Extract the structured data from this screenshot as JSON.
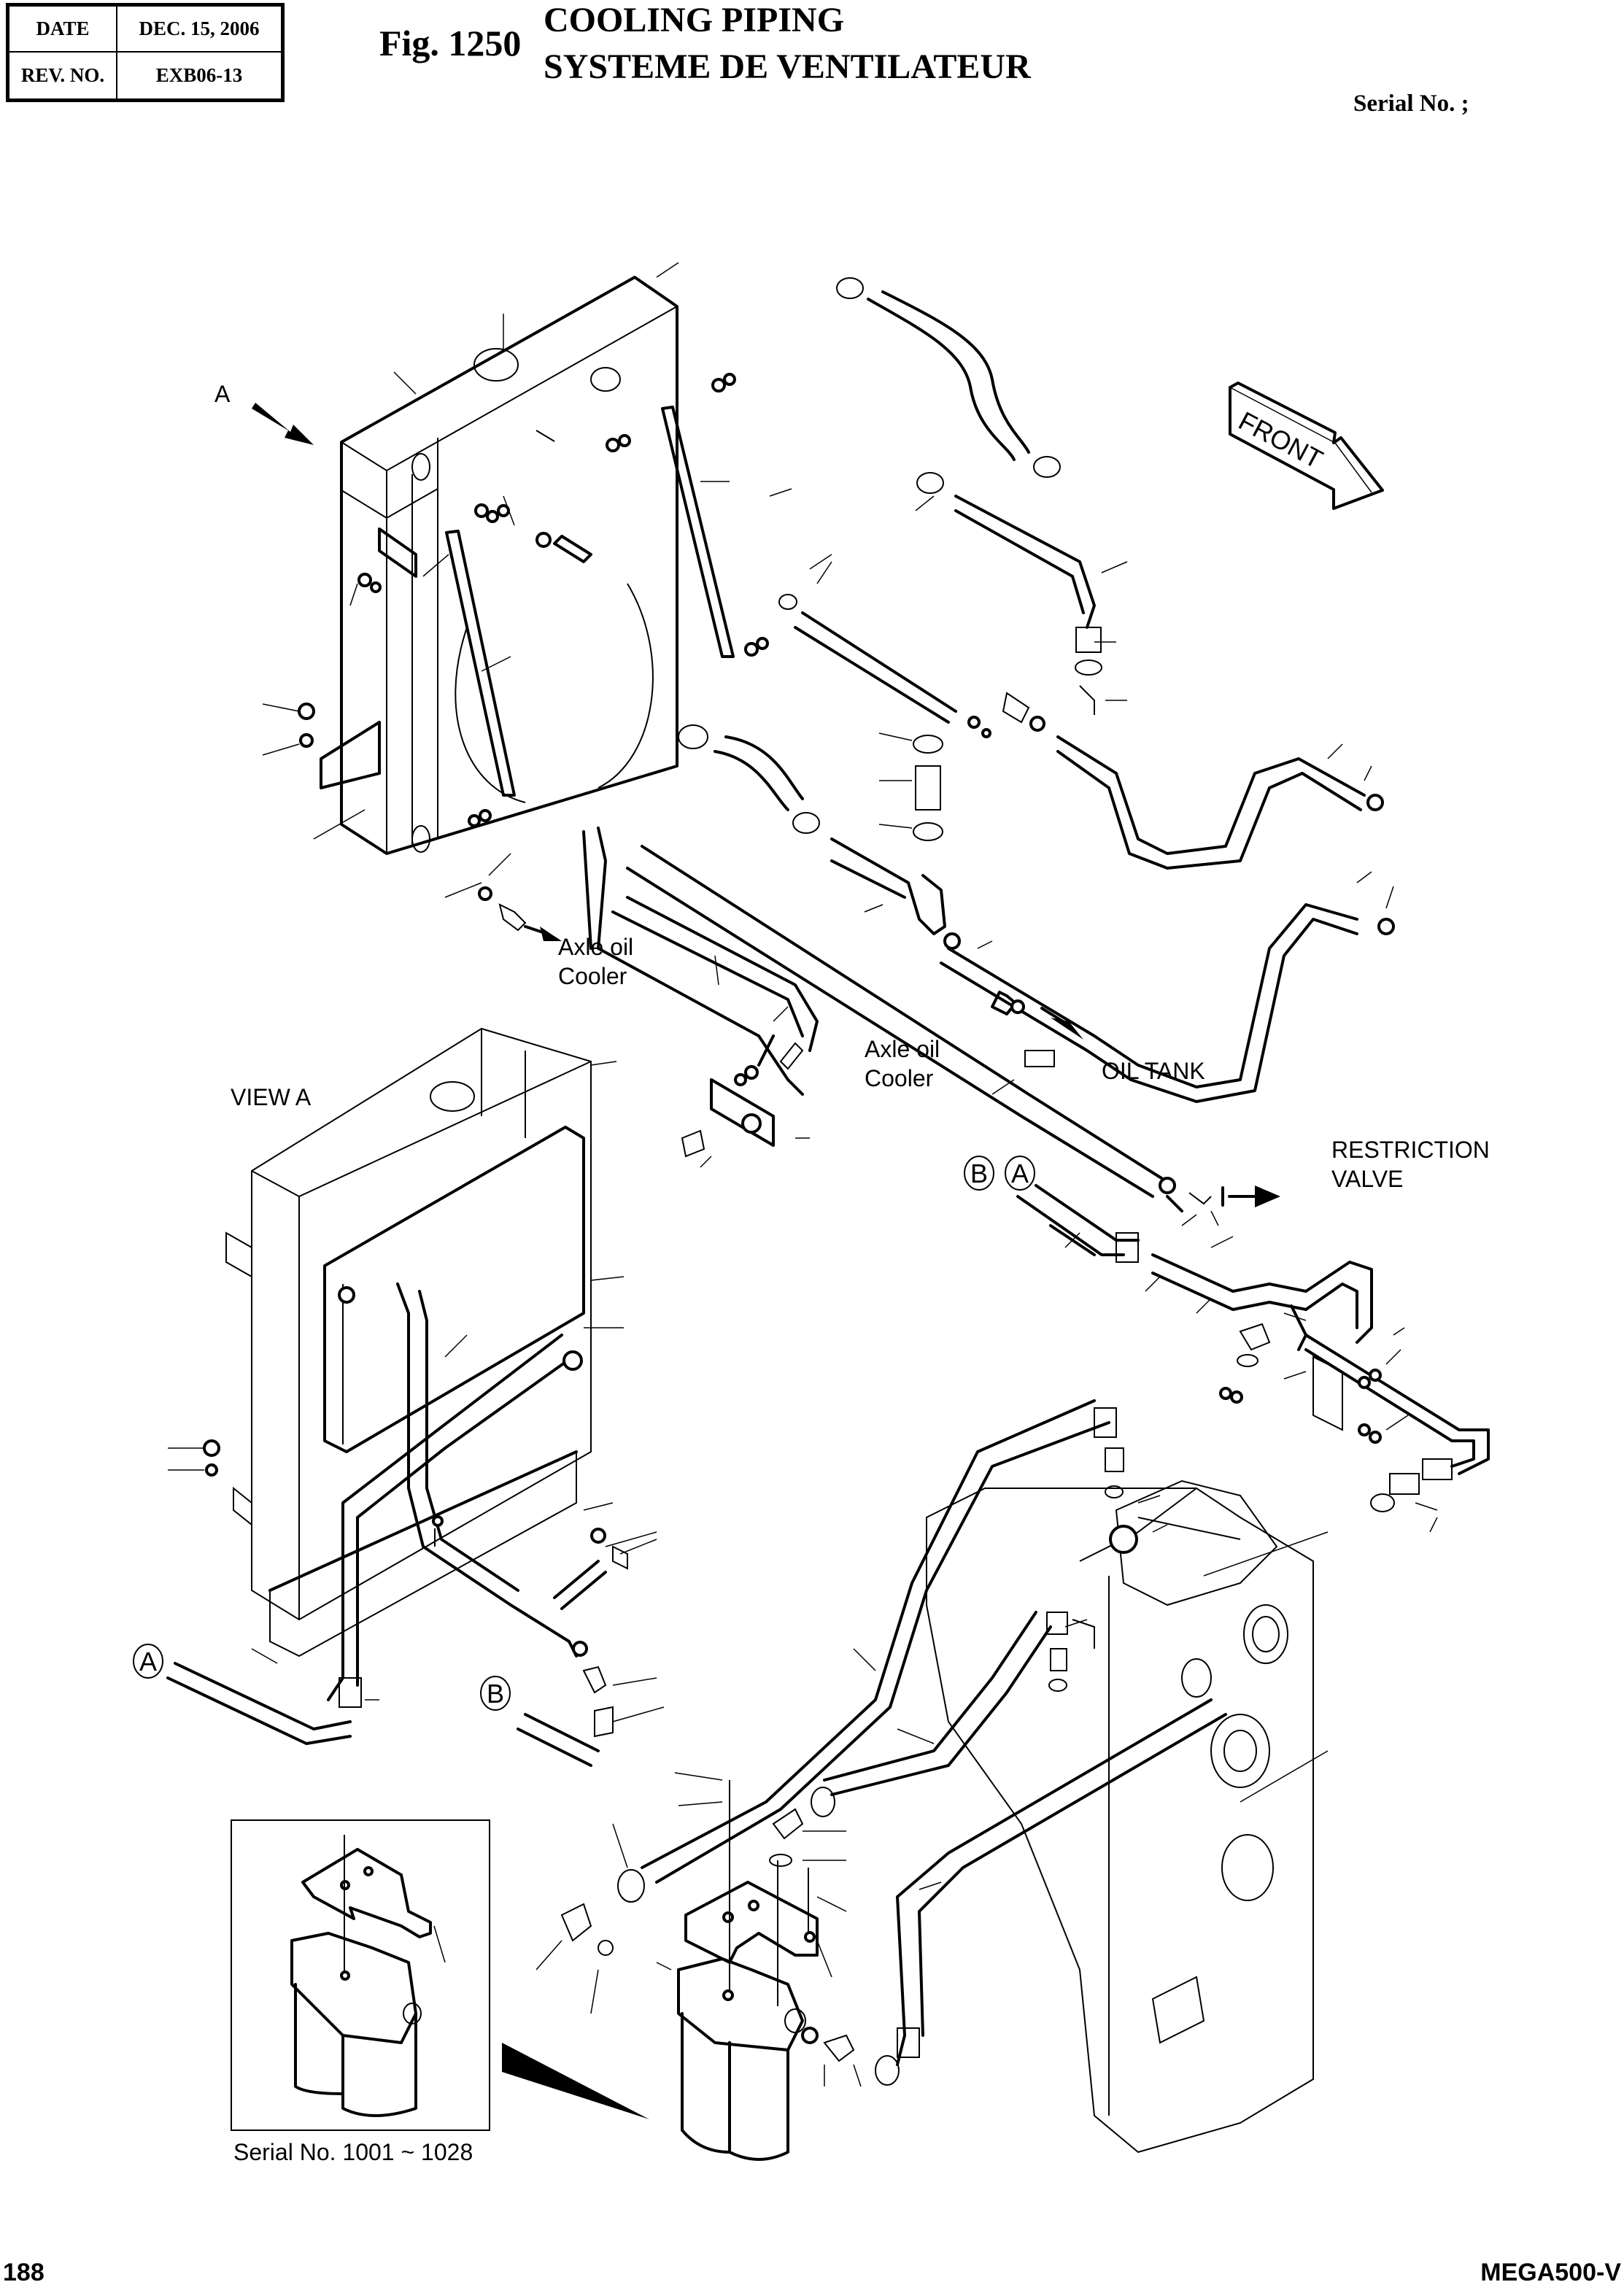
{
  "header": {
    "date_label": "DATE",
    "date_value": "DEC. 15, 2006",
    "rev_label": "REV. NO.",
    "rev_value": "EXB06-13",
    "figure_number": "Fig. 1250",
    "title_en": "COOLING PIPING",
    "title_fr": "SYSTEME DE VENTILATEUR",
    "serial_label": "Serial No. ;"
  },
  "diagram": {
    "view_arrow_label": "A",
    "front_arrow_label": "FRONT",
    "axle_oil_cooler_1": "Axle oil\nCooler",
    "axle_oil_cooler_2": "Axle oil\nCooler",
    "oil_tank_label": "OIL TANK",
    "restriction_valve_label": "RESTRICTION\nVALVE",
    "view_a_label": "VIEW A",
    "callout_a": "A",
    "callout_b": "B",
    "inset_serial_label": "Serial No. 1001 ~ 1028"
  },
  "footer": {
    "page_number": "188",
    "model": "MEGA500-V"
  }
}
